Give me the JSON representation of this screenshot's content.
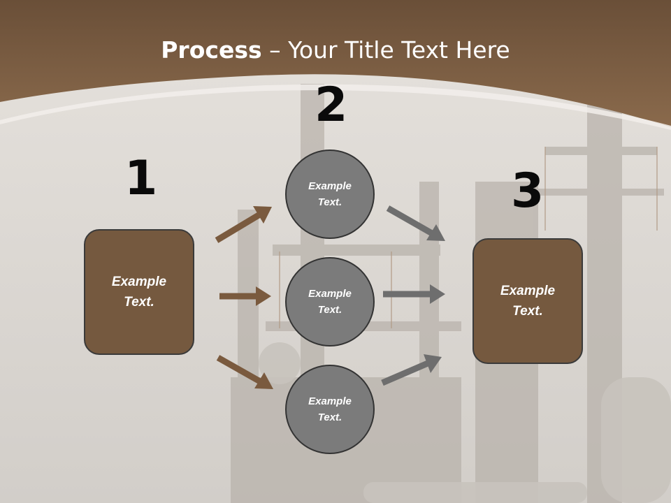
{
  "title": {
    "bold": "Process",
    "rest": " – Your Title Text Here"
  },
  "steps": [
    {
      "number": "1",
      "label": "Example\nText."
    },
    {
      "number": "2",
      "labels": [
        "Example\nText.",
        "Example\nText.",
        "Example\nText."
      ]
    },
    {
      "number": "3",
      "label": "Example\nText."
    }
  ],
  "colors": {
    "header": "#7b5e42",
    "box": "#75593f",
    "circle": "#7b7b7b",
    "arrow_brown": "#7a5a3e",
    "arrow_gray": "#6e6e6e"
  }
}
